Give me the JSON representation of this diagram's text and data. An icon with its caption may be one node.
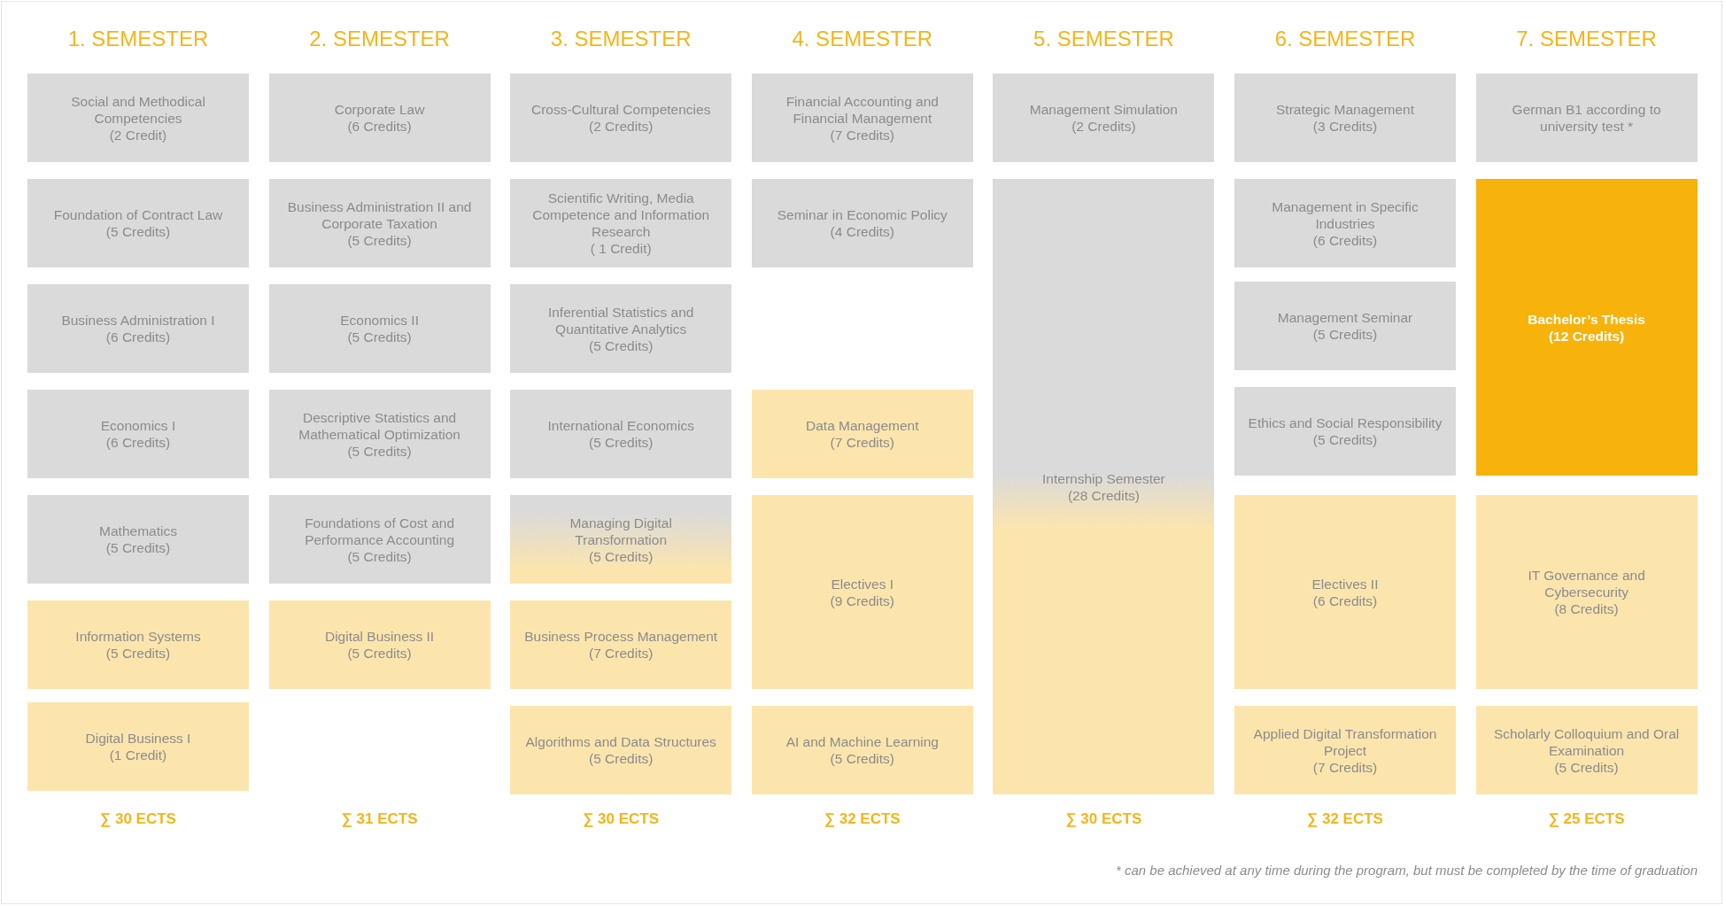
{
  "diagram": {
    "nodes": [
      {
        "text": [
          "Social and Methodical Competencies",
          "(2 Credit)"
        ]
      },
      {
        "text": [
          "Foundation of Contract Law",
          "(5 Credits)"
        ]
      },
      {
        "text": [
          "Business Administration I",
          "(6 Credits)"
        ]
      },
      {
        "text": [
          "Economics I",
          "(6 Credits)"
        ]
      },
      {
        "text": [
          "Mathematics",
          "(5 Credits)"
        ]
      },
      {
        "text": [
          "Information Systems",
          "(5 Credits)"
        ]
      },
      {
        "text": [
          "Digital Business I",
          "(1 Credit)"
        ]
      },
      {
        "text": [
          "Corporate Law",
          "(6 Credits)"
        ]
      },
      {
        "text": [
          "Business Administration II and Corporate Taxation",
          "(5 Credits)"
        ]
      },
      {
        "text": [
          "Economics II",
          "(5 Credits)"
        ]
      },
      {
        "text": [
          "Descriptive Statistics and Mathematical Optimization",
          "(5 Credits)"
        ]
      },
      {
        "text": [
          "Foundations of Cost and Performance Accounting",
          "(5 Credits)"
        ]
      },
      {
        "text": [
          "Digital Business II",
          "(5 Credits)"
        ]
      },
      {
        "text": [
          "Cross-Cultural Competencies",
          "(2 Credits)"
        ]
      },
      {
        "text": [
          "Scientific Writing, Media Competence and Information Research",
          "( 1 Credit)"
        ]
      },
      {
        "text": [
          "Inferential Statistics and Quantitative Analytics",
          "(5 Credits)"
        ]
      },
      {
        "text": [
          "International Economics",
          "(5 Credits)"
        ]
      },
      {
        "text": [
          "Managing Digital Transformation",
          "(5 Credits)"
        ]
      },
      {
        "text": [
          "Business Process Management",
          "(7 Credits)"
        ]
      },
      {
        "text": [
          "Algorithms and Data Structures",
          "(5 Credits)"
        ]
      },
      {
        "text": [
          "Financial Accounting and Financial Management",
          "(7 Credits)"
        ]
      },
      {
        "text": [
          "Seminar in Economic Policy",
          "(4 Credits)"
        ]
      },
      {
        "text": [
          "Data Management",
          "(7 Credits)"
        ]
      },
      {
        "text": [
          "Electives I",
          "(9 Credits)"
        ]
      },
      {
        "text": [
          "AI and Machine Learning",
          "(5 Credits)"
        ]
      },
      {
        "text": [
          "Management Simulation",
          "(2 Credits)"
        ]
      },
      {
        "text": [
          "Internship Semester",
          "(28 Credits)"
        ]
      },
      {
        "text": [
          "Strategic Management",
          "(3 Credits)"
        ]
      },
      {
        "text": [
          "Management in Specific Industries",
          "(6 Credits)"
        ]
      },
      {
        "text": [
          "Management Seminar",
          "(5 Credits)"
        ]
      },
      {
        "text": [
          "Ethics and Social Responsibility",
          "(5 Credits)"
        ]
      },
      {
        "text": [
          "Electives II",
          "(6 Credits)"
        ]
      },
      {
        "text": [
          "Applied Digital Transformation Project",
          "(7 Credits)"
        ]
      },
      {
        "text": [
          "German B1 according to university test *"
        ]
      },
      {
        "text": [
          "Bachelor’s Thesis",
          "(12 Credits)"
        ]
      },
      {
        "text": [
          "IT Governance and Cybersecurity",
          "(8 Credits)"
        ]
      },
      {
        "text": [
          "Scholarly Colloquium and Oral Examination",
          "(5 Credits)"
        ]
      }
    ],
    "labels": [
      "1. SEMESTER",
      "2. SEMESTER",
      "3. SEMESTER",
      "4. SEMESTER",
      "5. SEMESTER",
      "6. SEMESTER",
      "7. SEMESTER",
      "∑ 30 ECTS",
      "∑ 31 ECTS",
      "∑ 30 ECTS",
      "∑ 32 ECTS",
      "∑ 30 ECTS",
      "∑ 32 ECTS",
      "∑ 25 ECTS",
      "* can be achieved at any time during the program, but must be completed by the time of graduation"
    ]
  }
}
